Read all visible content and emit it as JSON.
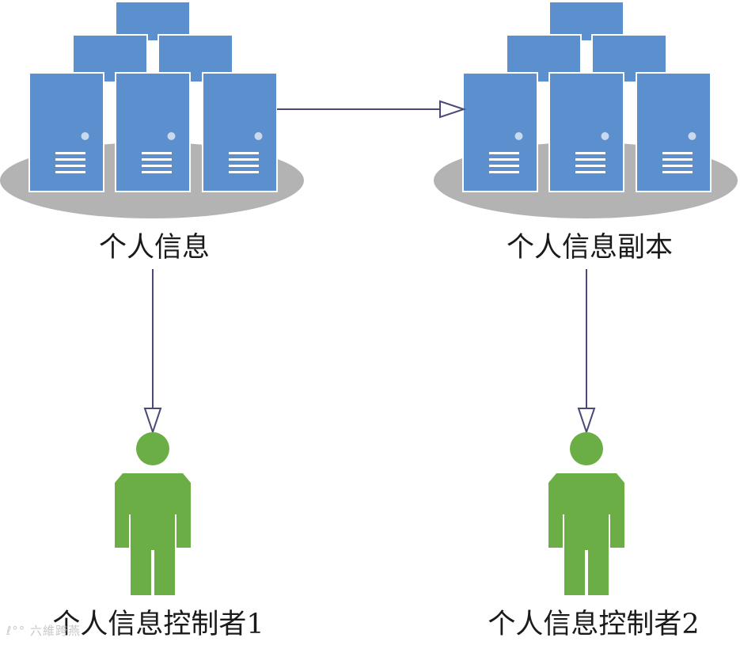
{
  "diagram": {
    "nodes": {
      "source_servers": {
        "label": "个人信息"
      },
      "replica_servers": {
        "label": "个人信息副本"
      },
      "controller1": {
        "label": "个人信息控制者1"
      },
      "controller2": {
        "label": "个人信息控制者2"
      }
    },
    "edges": [
      {
        "from": "source_servers",
        "to": "replica_servers"
      },
      {
        "from": "source_servers",
        "to": "controller1"
      },
      {
        "from": "replica_servers",
        "to": "controller2"
      }
    ]
  },
  "watermark": "六維跨燕",
  "colors": {
    "server_fill": "#5b8fcd",
    "server_stroke": "#ffffff",
    "platform": "#b3b3b3",
    "person": "#6aae45",
    "arrow": "#4a4a7a"
  }
}
